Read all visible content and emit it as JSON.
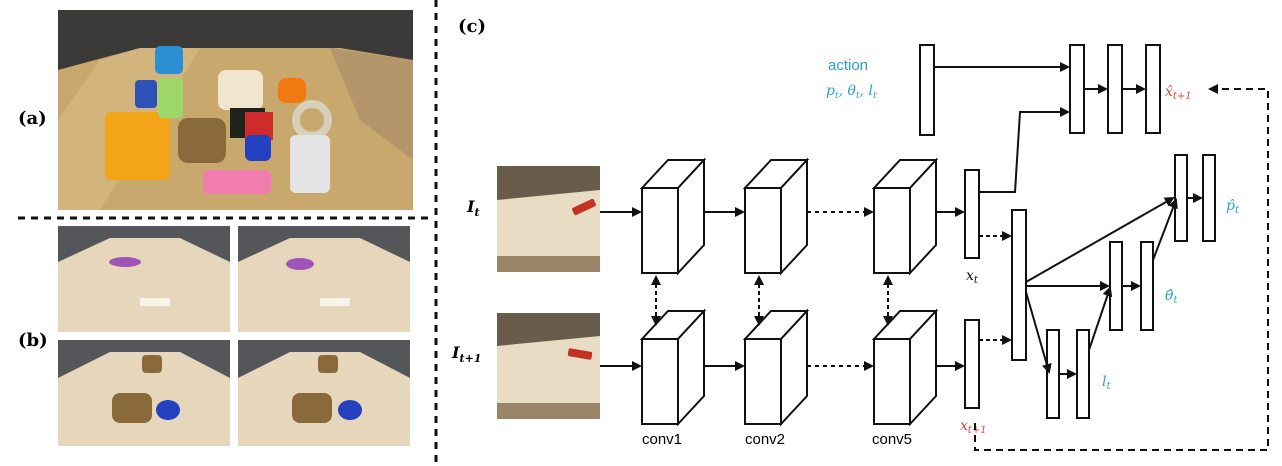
{
  "panels": {
    "a": "(a)",
    "b": "(b)",
    "c": "(c)"
  },
  "inputs": {
    "top": "I",
    "top_sub": "t",
    "bottom": "I",
    "bottom_sub": "t+1"
  },
  "layers": {
    "conv1": "conv1",
    "conv2": "conv2",
    "conv5": "conv5"
  },
  "action": {
    "title": "action",
    "params": "p",
    "params_sub": "t",
    "params_theta": "θ",
    "params_l": "l"
  },
  "features": {
    "x_t": "x",
    "x_t_sub": "t",
    "x_t1": "x",
    "x_t1_sub": "t+1",
    "x_hat": "x̂",
    "x_hat_sub": "t+1"
  },
  "outputs": {
    "p_hat": "p̂",
    "p_hat_sub": "t",
    "theta_hat": "θ̂",
    "theta_hat_sub": "t",
    "l": "l",
    "l_sub": "t"
  },
  "colors": {
    "blue": "#2a9fd6",
    "red": "#e0443a",
    "black": "#111111"
  }
}
